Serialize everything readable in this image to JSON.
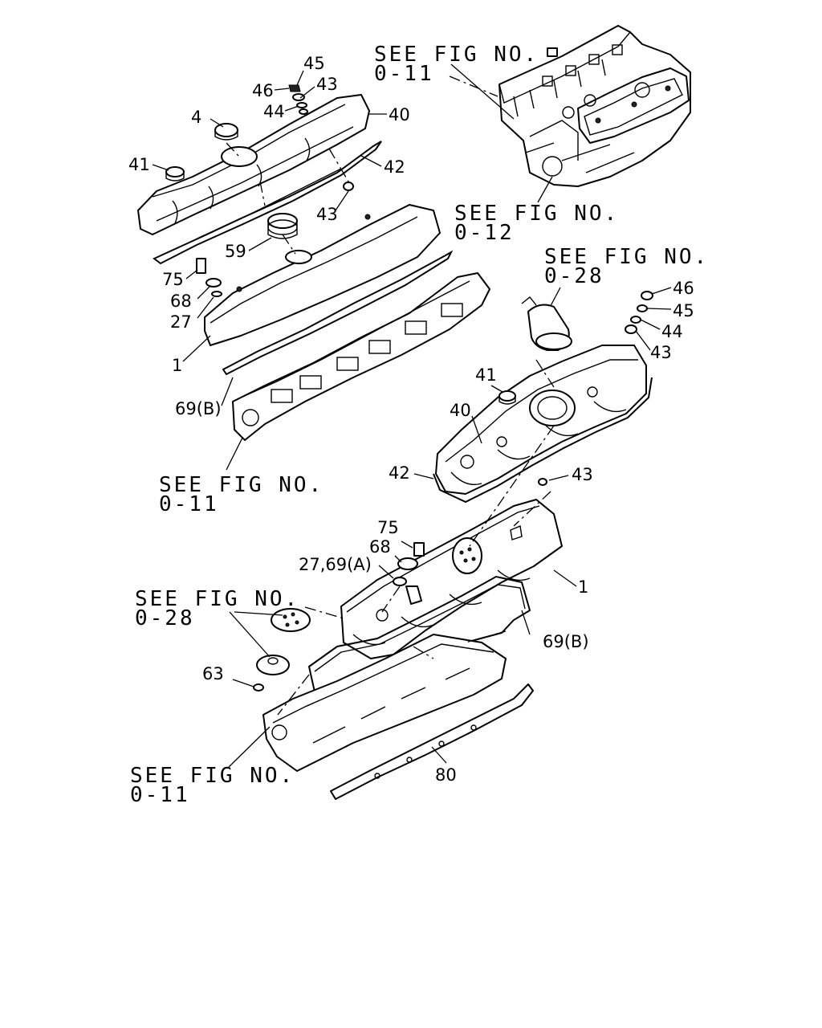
{
  "references": [
    {
      "line1": "SEE FIG NO.",
      "line2": "0-11"
    },
    {
      "line1": "SEE FIG NO.",
      "line2": "0-12"
    },
    {
      "line1": "SEE FIG NO.",
      "line2": "0-28"
    },
    {
      "line1": "SEE FIG NO.",
      "line2": "0-11"
    },
    {
      "line1": "SEE FIG NO.",
      "line2": "0-28"
    },
    {
      "line1": "SEE FIG NO.",
      "line2": "0-11"
    }
  ],
  "callouts": {
    "upper": {
      "p45": "45",
      "p46": "46",
      "p43a": "43",
      "p44": "44",
      "p4": "4",
      "p40": "40",
      "p41": "41",
      "p42": "42",
      "p43b": "43",
      "p59": "59",
      "p75": "75",
      "p68": "68",
      "p27": "27",
      "p1": "1",
      "p69b": "69(B)"
    },
    "lower": {
      "p46": "46",
      "p45": "45",
      "p44": "44",
      "p43a": "43",
      "p41": "41",
      "p40": "40",
      "p42": "42",
      "p43b": "43",
      "p75": "75",
      "p68": "68",
      "p2769a": "27,69(A)",
      "p1": "1",
      "p69b": "69(B)",
      "p63": "63",
      "p80": "80"
    }
  }
}
